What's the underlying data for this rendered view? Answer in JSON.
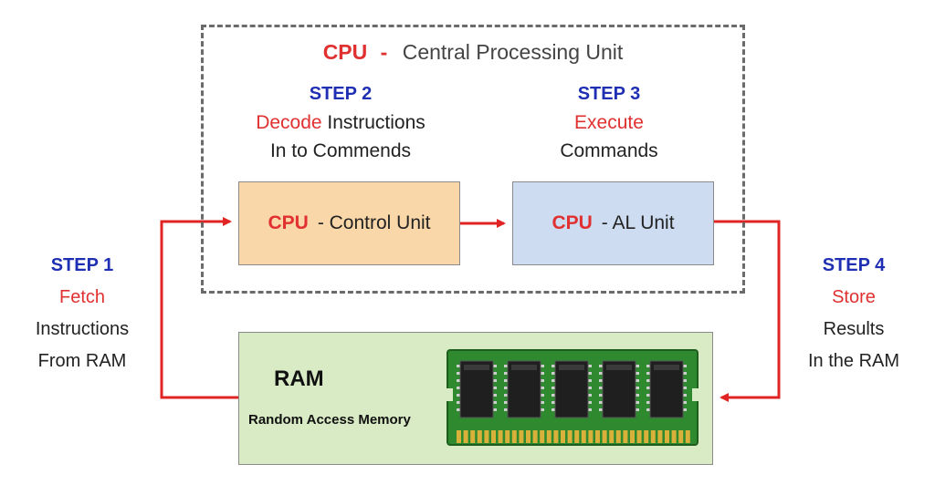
{
  "cpu": {
    "title_prefix": "CPU",
    "title_dash": "-",
    "title_rest": "Central  Processing Unit"
  },
  "step2": {
    "label": "STEP 2",
    "action": "Decode",
    "line1_rest": " Instructions",
    "line2": "In to  Commends"
  },
  "step3": {
    "label": "STEP 3",
    "action": "Execute",
    "line2": "Commands"
  },
  "control_unit": {
    "prefix": "CPU",
    "text": "- Control Unit"
  },
  "al_unit": {
    "prefix": "CPU",
    "text": "- AL Unit"
  },
  "step1": {
    "label": "STEP 1",
    "action": "Fetch",
    "line1": "Instructions",
    "line2": "From  RAM"
  },
  "step4": {
    "label": "STEP 4",
    "action": "Store",
    "line1": "Results",
    "line2": "In the RAM"
  },
  "ram": {
    "title": "RAM",
    "subtitle": "Random Access Memory"
  },
  "colors": {
    "arrow": "#e02424",
    "control_fill": "#fad7a8",
    "alu_fill": "#cddcf0",
    "ram_fill": "#d8ebc4",
    "chip_board": "#2f8a2f"
  }
}
